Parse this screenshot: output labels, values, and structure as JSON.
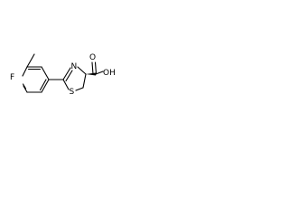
{
  "molecule": {
    "atoms": {
      "fluorine": "F",
      "nitrogen": "N",
      "sulfur": "S",
      "hydroxyl": "OH",
      "carbonyl_oxygen": "O"
    }
  },
  "colors": {
    "bond": "#000000",
    "label": "#000000",
    "background": "#ffffff"
  }
}
